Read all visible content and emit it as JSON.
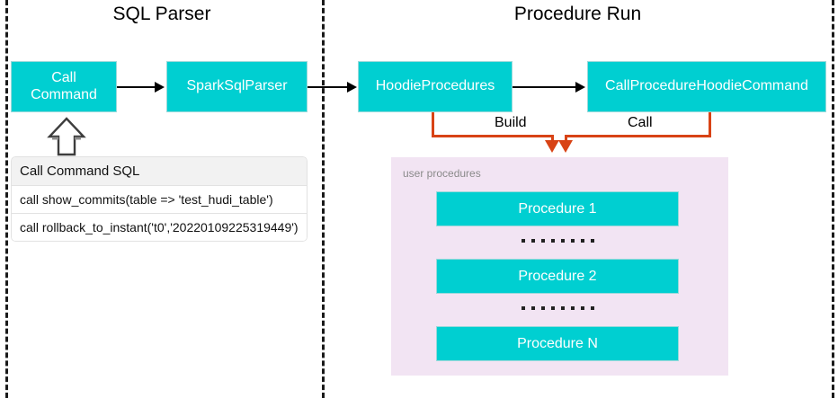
{
  "sections": {
    "left_title": "SQL Parser",
    "right_title": "Procedure Run"
  },
  "nodes": {
    "call_command": "Call\nCommand",
    "spark_sql_parser": "SparkSqlParser",
    "hoodie_procedures": "HoodieProcedures",
    "call_procedure_hoodie_command": "CallProcedureHoodieCommand"
  },
  "edges": {
    "build_label": "Build",
    "call_label": "Call"
  },
  "sql_card": {
    "header": "Call Command SQL",
    "rows": [
      "call show_commits(table => 'test_hudi_table')",
      "call rollback_to_instant('t0','20220109225319449')"
    ]
  },
  "procedures_panel": {
    "label": "user procedures",
    "items": [
      "Procedure 1",
      "Procedure 2",
      "Procedure N"
    ]
  },
  "colors": {
    "node_cyan": "#00CFD1",
    "connector_orange": "#D84315",
    "panel_lavender": "#F2E4F3",
    "divider_black": "#1a1a1a"
  }
}
